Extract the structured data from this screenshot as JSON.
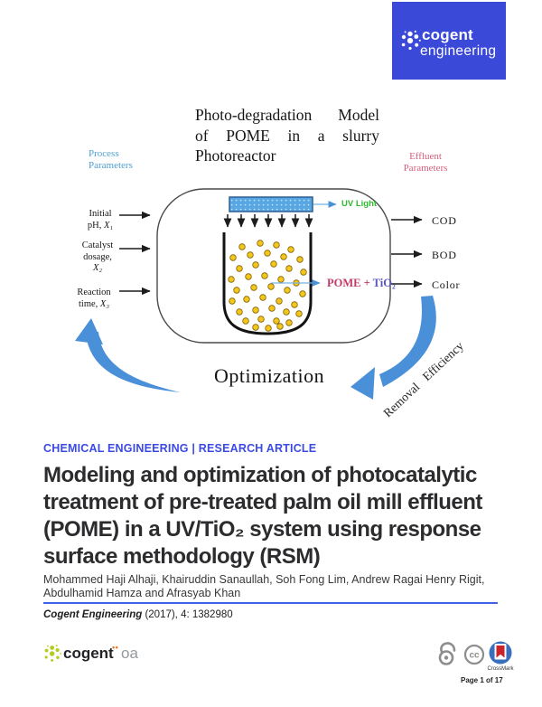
{
  "masthead": {
    "brand": "cogent",
    "journal": "engineering"
  },
  "figure": {
    "title_lines": [
      "Photo-degradation Model",
      "of POME in a slurry",
      "Photoreactor"
    ],
    "process_label": "Process\nParameters",
    "effluent_label": "Effluent\nParameters",
    "uv_light": "UV Light",
    "pome": "POME + ",
    "tio2": "TiO₂",
    "inputs": [
      {
        "l1": "Initial",
        "l2": "pH,",
        "v": "X₁"
      },
      {
        "l1": "Catalyst",
        "l2": "dosage,",
        "v": "X₂"
      },
      {
        "l1": "Reaction",
        "l2": "time,",
        "v": "X₃"
      }
    ],
    "outputs": [
      "COD",
      "BOD",
      "Color"
    ],
    "optimization": "Optimization",
    "removal_efficiency": "Removal Efficiency"
  },
  "article": {
    "section": "CHEMICAL ENGINEERING | RESEARCH ARTICLE",
    "title_lines": [
      "Modeling and optimization of photocatalytic",
      "treatment of pre-treated palm oil mill effluent",
      "(POME) in a UV/TiO₂ system using response",
      "surface methodology (RSM)"
    ],
    "authors_lines": [
      "Mohammed Haji Alhaji, Khairuddin Sanaullah, Soh Fong Lim, Andrew Ragai Henry Rigit,",
      "Abdulhamid Hamza and Afrasyab Khan"
    ],
    "citation_journal": "Cogent Engineering",
    "citation_rest": " (2017), 4: 1382980"
  },
  "footer": {
    "brand": "cogent",
    "separator": "••",
    "brand_suffix": "oa",
    "crossmark_label": "CrossMark",
    "page_label": "Page 1 of 17"
  },
  "colors": {
    "masthead_blue": "#3b49d8",
    "section_blue": "#3b4ae3",
    "rule_blue": "#3f62e6",
    "process_blue": "#4f9fd0",
    "effluent_rose": "#d4607e",
    "uv_green": "#2eb82e",
    "pome_crimson": "#c13a66",
    "tio2_purple": "#5b55c0",
    "arrow_blue": "#4a90d9",
    "dot_gold": "#f3c61d",
    "brand_green": "#b5cc1e",
    "brand_orange": "#e87722"
  }
}
